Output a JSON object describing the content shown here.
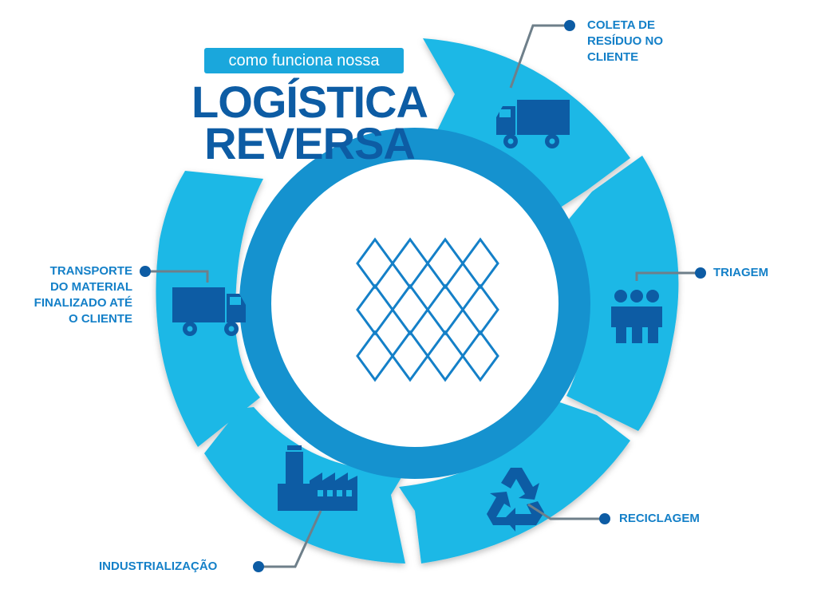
{
  "header": {
    "subtitle": "como funciona nossa",
    "title_line1": "LOGÍSTICA",
    "title_line2": "REVERSA"
  },
  "steps": [
    {
      "label": "COLETA DE\nRESÍDUO NO\nCLIENTE",
      "icon": "truck-icon"
    },
    {
      "label": "TRIAGEM",
      "icon": "people-icon"
    },
    {
      "label": "RECICLAGEM",
      "icon": "recycle-icon"
    },
    {
      "label": "INDUSTRIALIZAÇÃO",
      "icon": "factory-icon"
    },
    {
      "label": "TRANSPORTE\nDO MATERIAL\nFINALIZADO ATÉ\nO CLIENTE",
      "icon": "truck-icon"
    }
  ],
  "center_icon": "diamond-mesh-icon",
  "colors": {
    "segment": "#1db8e6",
    "segment_dark": "#0f8cc7",
    "inner_ring": "#1592cf",
    "icon": "#0d5ca4",
    "label": "#1480c8",
    "connector": "#6e7f8a",
    "dot": "#0d5ca4",
    "badge": "#1aa7dc"
  }
}
